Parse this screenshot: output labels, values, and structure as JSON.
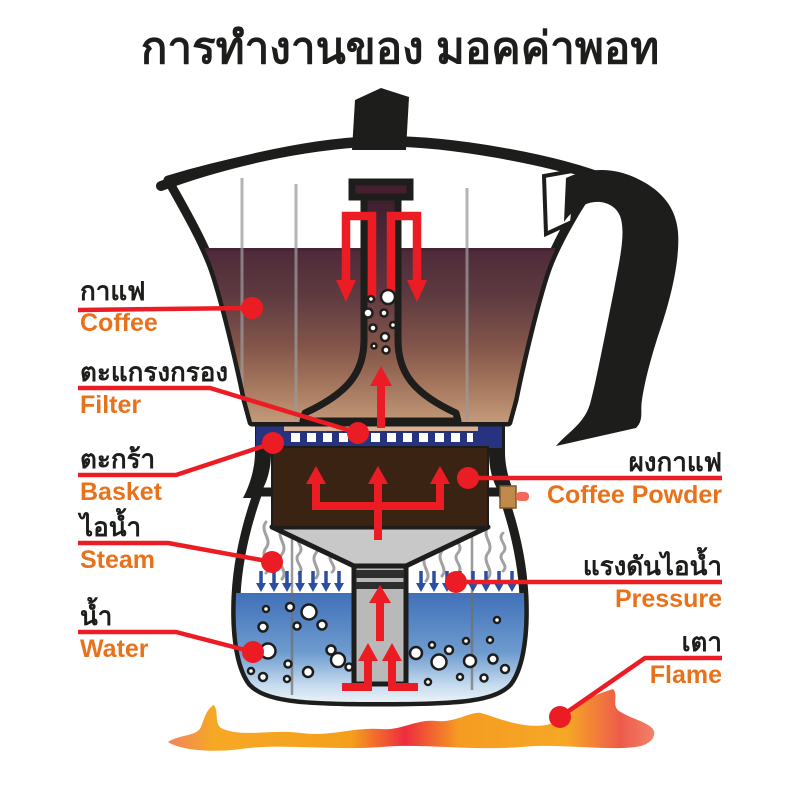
{
  "title": "การทำงานของ มอคค่าพอท",
  "callouts": {
    "coffee": {
      "thai": "กาแฟ",
      "en": "Coffee"
    },
    "filter": {
      "thai": "ตะแกรงกรอง",
      "en": "Filter"
    },
    "basket": {
      "thai": "ตะกร้า",
      "en": "Basket"
    },
    "steam": {
      "thai": "ไอน้ำ",
      "en": "Steam"
    },
    "water": {
      "thai": "น้ำ",
      "en": "Water"
    },
    "coffee_powder": {
      "thai": "ผงกาแฟ",
      "en": "Coffee Powder"
    },
    "pressure": {
      "thai": "แรงดันไอน้ำ",
      "en": "Pressure"
    },
    "flame": {
      "thai": "เตา",
      "en": "Flame"
    }
  },
  "colors": {
    "callout_red": "#EC1C24",
    "label_orange": "#E8721C",
    "label_black": "#1d1d1b",
    "outline_black": "#1d1d1b",
    "filter_navy": "#27337F",
    "basket_brown": "#3B2314",
    "coffee_dark": "#4E2A3A",
    "coffee_light": "#C29879",
    "water_blue": "#4678BC",
    "steam_gray": "#909090",
    "flame_orange": "#F5A623",
    "flame_red": "#ED2D3F",
    "valve_tan": "#C08A4A",
    "valve_nub": "#F2695C",
    "metal_gray": "#C8C8C8"
  }
}
